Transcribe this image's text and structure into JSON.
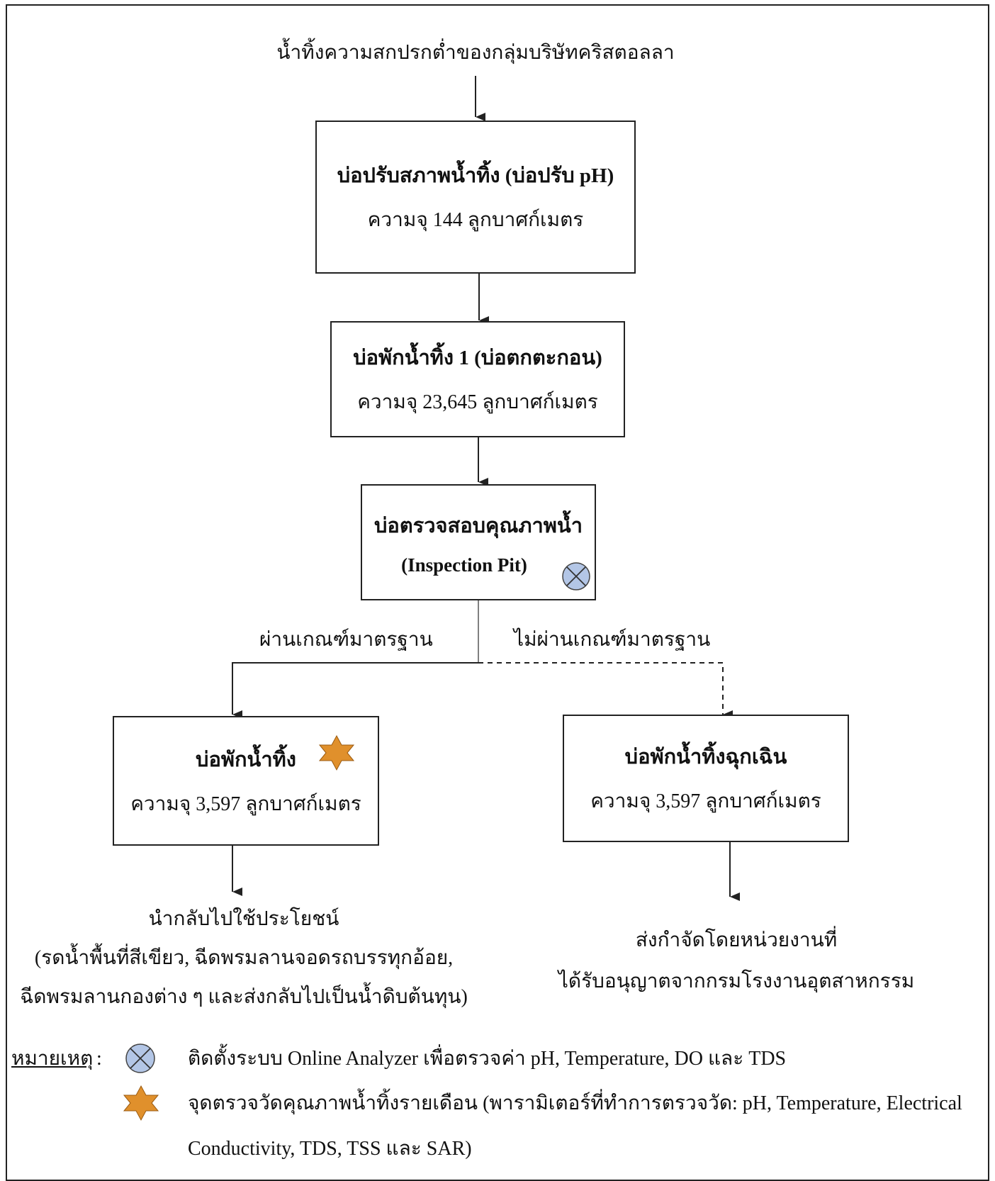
{
  "source": "น้ำทิ้งความสกปรกต่ำของกลุ่มบริษัทคริสตอลลา",
  "boxes": {
    "ph_pond": {
      "title": "บ่อปรับสภาพน้ำทิ้ง (บ่อปรับ pH)",
      "capacity": "ความจุ 144 ลูกบาศก์เมตร"
    },
    "holding_pond_1": {
      "title": "บ่อพักน้ำทิ้ง 1 (บ่อตกตะกอน)",
      "capacity": "ความจุ 23,645 ลูกบาศก์เมตร"
    },
    "inspection_pit": {
      "title_line1": "บ่อตรวจสอบคุณภาพน้ำ",
      "title_line2": "(Inspection Pit)"
    },
    "holding_pond": {
      "title": "บ่อพักน้ำทิ้ง",
      "capacity": "ความจุ 3,597 ลูกบาศก์เมตร"
    },
    "emergency_pond": {
      "title": "บ่อพักน้ำทิ้งฉุกเฉิน",
      "capacity": "ความจุ 3,597 ลูกบาศก์เมตร"
    }
  },
  "branches": {
    "pass": "ผ่านเกณฑ์มาตรฐาน",
    "fail": "ไม่ผ่านเกณฑ์มาตรฐาน"
  },
  "outcomes": {
    "reuse": {
      "line1": "นำกลับไปใช้ประโยชน์",
      "line2": "(รดน้ำพื้นที่สีเขียว, ฉีดพรมลานจอดรถบรรทุกอ้อย,",
      "line3": "ฉีดพรมลานกองต่าง ๆ และส่งกลับไปเป็นน้ำดิบต้นทุน)"
    },
    "disposal": {
      "line1": "ส่งกำจัดโดยหน่วยงานที่",
      "line2": "ได้รับอนุญาตจากกรมโรงงานอุตสาหกรรม"
    }
  },
  "legend": {
    "label": "หมายเหตุ",
    "separator": ":",
    "online_analyzer": "ติดตั้งระบบ Online Analyzer เพื่อตรวจค่า pH, Temperature, DO และ TDS",
    "monthly_line1": "จุดตรวจวัดคุณภาพน้ำทิ้งรายเดือน (พารามิเตอร์ที่ทำการตรวจวัด: pH, Temperature, Electrical",
    "monthly_line2": "Conductivity, TDS, TSS และ SAR)"
  },
  "colors": {
    "analyzer_fill": "#b3c6e6",
    "star_fill": "#e0902c",
    "line": "#222222"
  },
  "icons": {
    "online_analyzer": "circle-x-icon",
    "monthly_sampling": "star-icon"
  }
}
